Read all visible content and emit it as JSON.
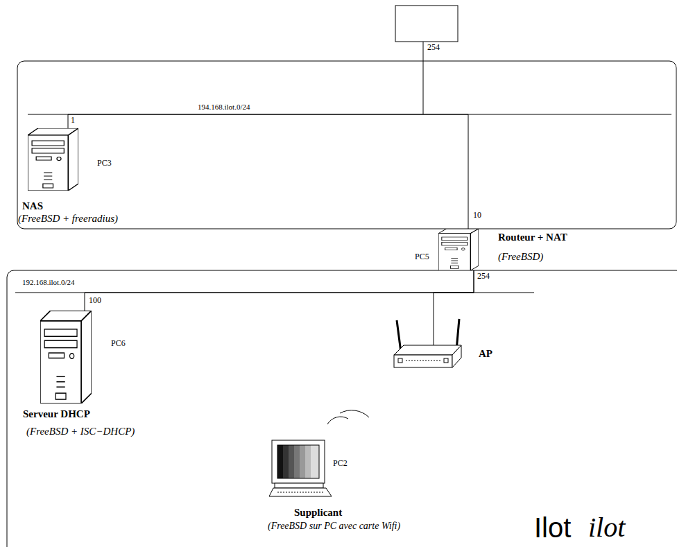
{
  "diagram": {
    "nodes": [
      {
        "text": [
          "PC3",
          "NAS",
          "(FreeBSD + freeradius)"
        ]
      },
      {
        "text": [
          "PC5",
          "Routeur + NAT",
          "(FreeBSD)"
        ]
      },
      {
        "text": [
          "PC6",
          "Serveur DHCP",
          "(FreeBSD + ISC−DHCP)"
        ]
      },
      {
        "text": [
          "AP"
        ]
      },
      {
        "text": [
          "PC2",
          "Supplicant",
          "(FreeBSD sur PC avec carte Wifi)"
        ]
      }
    ],
    "edges": [
      {
        "from": 0,
        "to": 1,
        "arrow": "none"
      },
      {
        "from": 2,
        "to": 1,
        "arrow": "none"
      },
      {
        "from": 3,
        "to": 1,
        "arrow": "none"
      }
    ],
    "labels": [
      "254",
      "194.168.ilot.0/24",
      "1",
      "10",
      "254",
      "192.168.ilot.0/24",
      "100",
      "Ilot",
      "ilot"
    ]
  }
}
